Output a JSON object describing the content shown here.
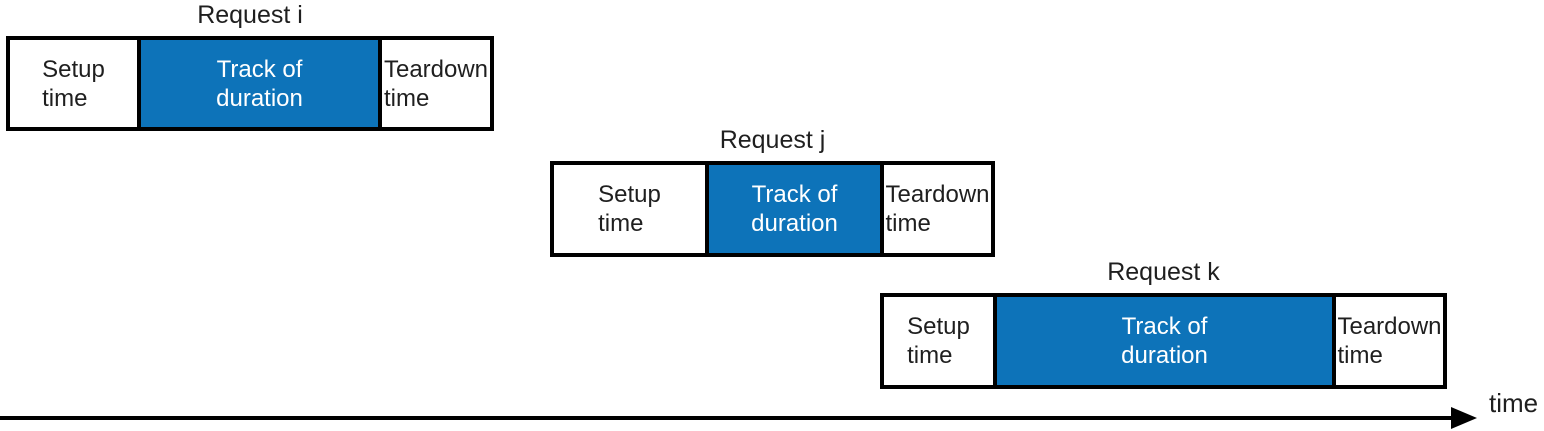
{
  "colors": {
    "track_fill": "#0d73b9",
    "box_border": "#000000",
    "cell_background": "#ffffff",
    "text_dark": "#1f1f1f",
    "text_on_track": "#ffffff"
  },
  "requests": [
    {
      "title": "Request i",
      "segments": {
        "setup": "Setup\ntime",
        "track": "Track of\nduration",
        "teardown": "Teardown\ntime"
      }
    },
    {
      "title": "Request j",
      "segments": {
        "setup": "Setup\ntime",
        "track": "Track of\nduration",
        "teardown": "Teardown\ntime"
      }
    },
    {
      "title": "Request k",
      "segments": {
        "setup": "Setup\ntime",
        "track": "Track of\nduration",
        "teardown": "Teardown\ntime"
      }
    }
  ],
  "axis": {
    "label": "time"
  }
}
